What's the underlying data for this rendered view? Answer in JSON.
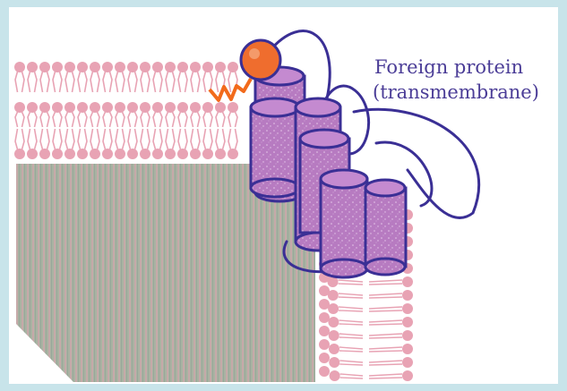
{
  "diagram": {
    "label": {
      "line1": "Foreign protein",
      "line2": "(transmembrane)"
    },
    "colors": {
      "background": "#c8e4ea",
      "panel": "#ffffff",
      "lipid_head": "#e8a3b4",
      "lipid_tail": "#e8a3b4",
      "membrane_face": "#a3b1a0",
      "protein_body": "#b87ac2",
      "protein_outline": "#3a2f95",
      "ball": "#ef6d2e",
      "anchor": "#f26a1b",
      "label_text": "#4b3d97"
    },
    "icons": [
      "lipid-bilayer",
      "alpha-helix-cylinders",
      "lipid-anchor",
      "head-group-ball",
      "polypeptide-loop"
    ]
  }
}
